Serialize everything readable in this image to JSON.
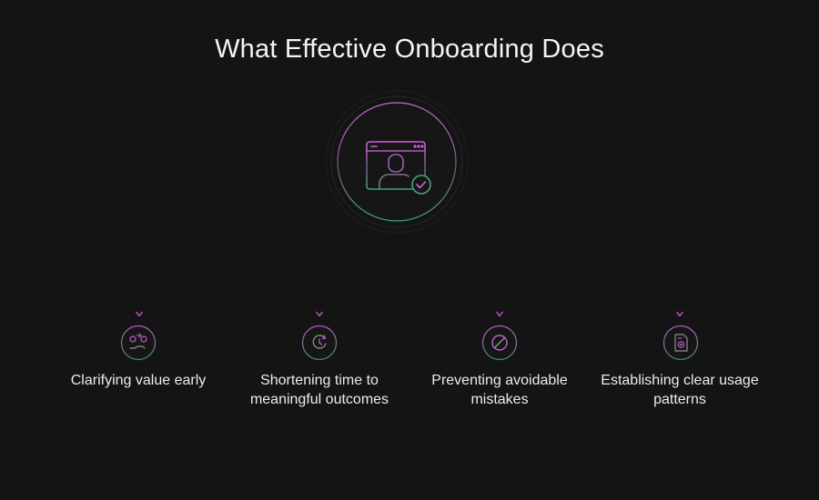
{
  "title": "What Effective Onboarding Does",
  "center_icon": "user-profile-checkmark-icon",
  "colors": {
    "background": "#141414",
    "accent_pink": "#d35fe0",
    "accent_green": "#3fa37a"
  },
  "items": [
    {
      "label": "Clarifying value early",
      "icon": "value-exchange-icon"
    },
    {
      "label": "Shortening time to meaningful outcomes",
      "icon": "clock-icon"
    },
    {
      "label": "Preventing avoidable mistakes",
      "icon": "prohibited-icon"
    },
    {
      "label": "Establishing clear usage patterns",
      "icon": "document-settings-icon"
    }
  ]
}
